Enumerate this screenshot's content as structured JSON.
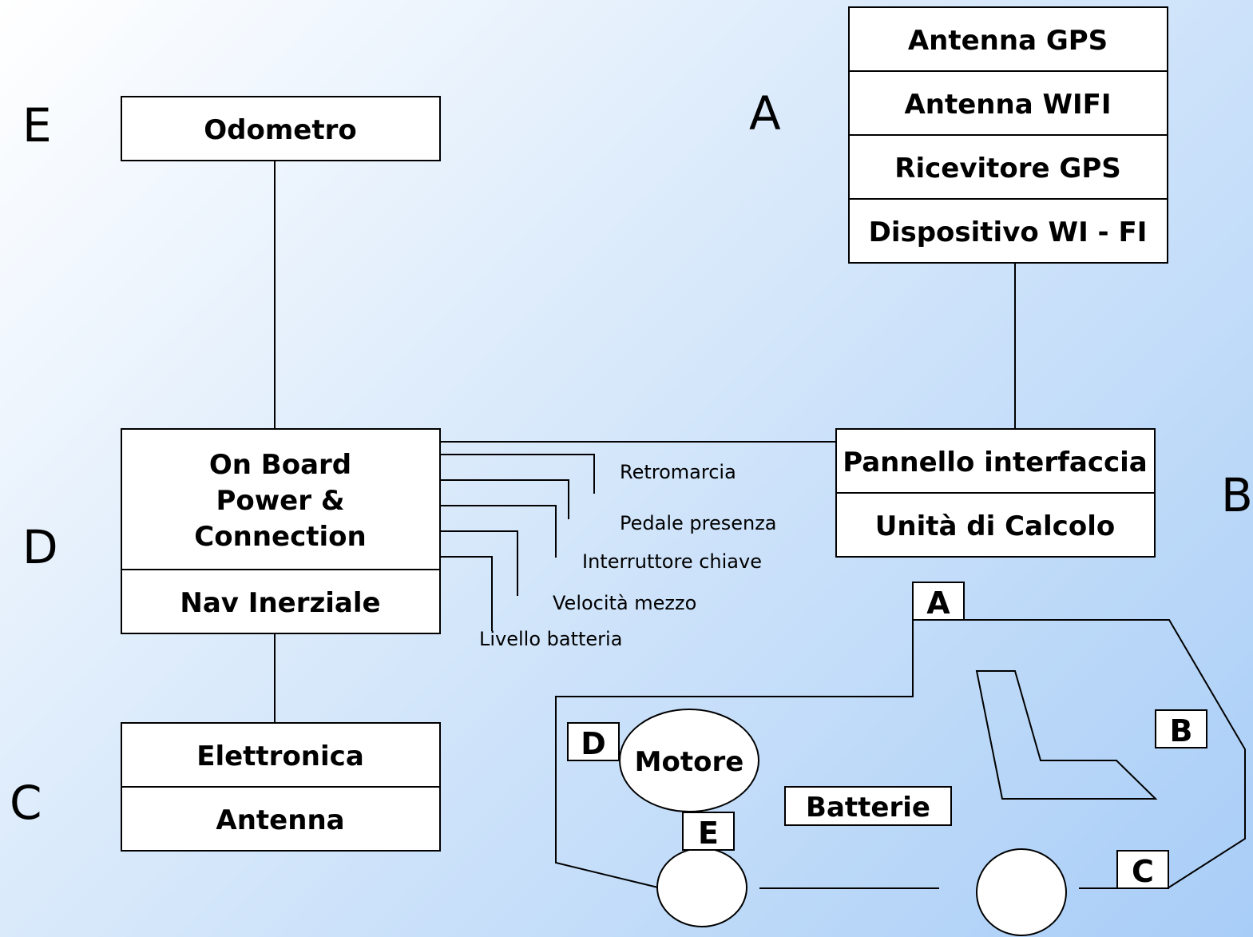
{
  "section_letters": {
    "a": "A",
    "b": "B",
    "c": "C",
    "d": "D",
    "e": "E"
  },
  "odometer": {
    "label": "Odometro"
  },
  "module_a": {
    "gps_antenna": "Antenna GPS",
    "wifi_antenna": "Antenna WIFI",
    "gps_receiver": "Ricevitore GPS",
    "wifi_device": "Dispositivo WI - FI"
  },
  "module_b": {
    "interface_panel": "Pannello interfaccia",
    "computing_unit": "Unità di Calcolo"
  },
  "module_c": {
    "electronics": "Elettronica",
    "antenna": "Antenna"
  },
  "module_d": {
    "line1": "On Board",
    "line2": "Power &",
    "line3": "Connection",
    "inertial_nav": "Nav Inerziale"
  },
  "signals": {
    "reverse": "Retromarcia",
    "presence_pedal": "Pedale presenza",
    "key_switch": "Interruttore chiave",
    "vehicle_speed": "Velocità mezzo",
    "battery_level": "Livello batteria"
  },
  "vehicle": {
    "motor": "Motore",
    "batteries": "Batterie",
    "tag_a": "A",
    "tag_b": "B",
    "tag_c": "C",
    "tag_d": "D",
    "tag_e": "E"
  }
}
